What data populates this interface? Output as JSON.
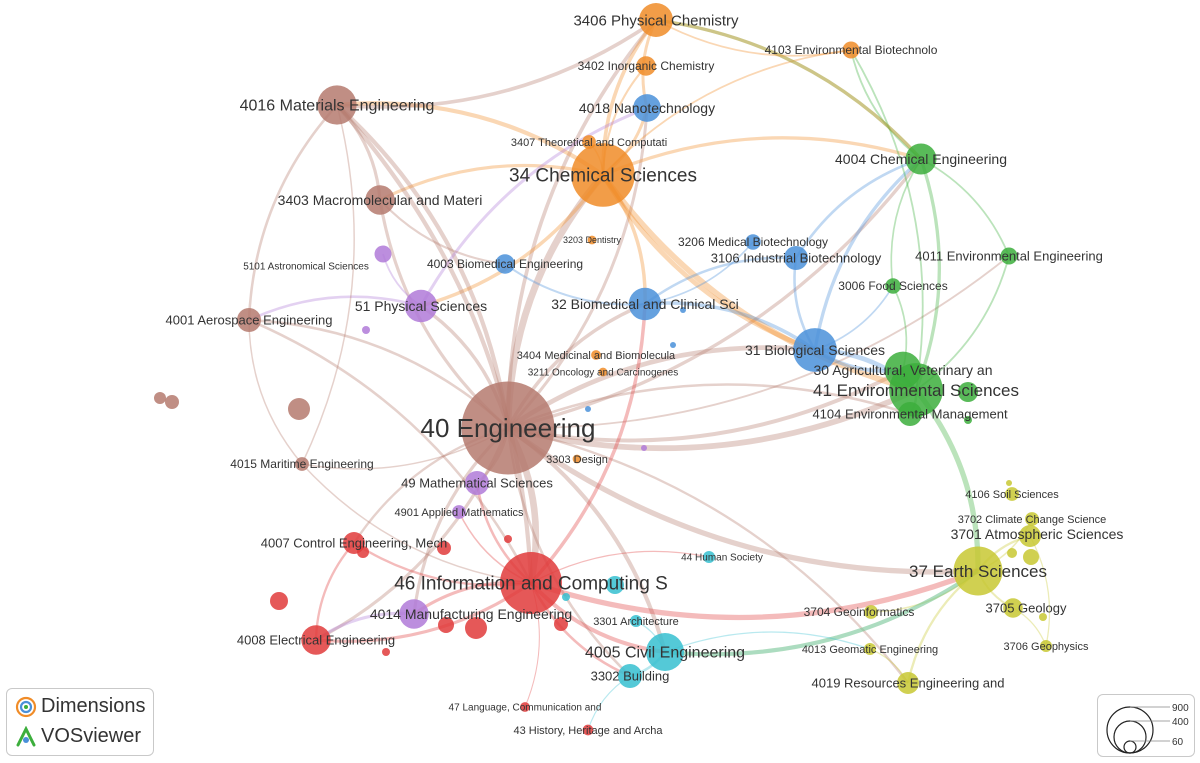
{
  "colors": {
    "brown": "#b57a6e",
    "orange": "#f08c28",
    "blue": "#4a90d9",
    "green": "#3cae3c",
    "purple": "#b07ad8",
    "red": "#e03b3b",
    "cyan": "#36c0d0",
    "yellow": "#c8c832"
  },
  "nodes": [
    {
      "id": "n40",
      "label": "40 Engineering",
      "cluster": "brown",
      "weight": 900
    },
    {
      "id": "n34",
      "label": "34 Chemical Sciences",
      "cluster": "orange",
      "weight": 420
    },
    {
      "id": "n3406",
      "label": "3406 Physical Chemistry",
      "cluster": "orange",
      "weight": 120
    },
    {
      "id": "n4103",
      "label": "4103 Environmental Biotechnolo",
      "cluster": "orange",
      "weight": 30
    },
    {
      "id": "n3402",
      "label": "3402 Inorganic Chemistry",
      "cluster": "orange",
      "weight": 40
    },
    {
      "id": "n4016",
      "label": "4016 Materials Engineering",
      "cluster": "brown",
      "weight": 160
    },
    {
      "id": "n4018",
      "label": "4018 Nanotechnology",
      "cluster": "blue",
      "weight": 80
    },
    {
      "id": "n3407",
      "label": "3407 Theoretical and Computati",
      "cluster": "orange",
      "weight": 20
    },
    {
      "id": "n4004",
      "label": "4004 Chemical Engineering",
      "cluster": "green",
      "weight": 100
    },
    {
      "id": "n3403",
      "label": "3403 Macromolecular and Materi",
      "cluster": "brown",
      "weight": 90
    },
    {
      "id": "n3203",
      "label": "3203 Dentistry",
      "cluster": "orange",
      "weight": 8
    },
    {
      "id": "n3206",
      "label": "3206 Medical Biotechnology",
      "cluster": "blue",
      "weight": 25
    },
    {
      "id": "n3106",
      "label": "3106 Industrial Biotechnology",
      "cluster": "blue",
      "weight": 60
    },
    {
      "id": "n4011",
      "label": "4011 Environmental Engineering",
      "cluster": "green",
      "weight": 30
    },
    {
      "id": "n5101",
      "label": "5101 Astronomical Sciences",
      "cluster": "purple",
      "weight": 30
    },
    {
      "id": "n4003",
      "label": "4003 Biomedical Engineering",
      "cluster": "blue",
      "weight": 40
    },
    {
      "id": "n3006",
      "label": "3006 Food Sciences",
      "cluster": "green",
      "weight": 25
    },
    {
      "id": "n51",
      "label": "51 Physical Sciences",
      "cluster": "purple",
      "weight": 110
    },
    {
      "id": "n32",
      "label": "32 Biomedical and Clinical Sci",
      "cluster": "blue",
      "weight": 110
    },
    {
      "id": "n4001",
      "label": "4001 Aerospace Engineering",
      "cluster": "brown",
      "weight": 60
    },
    {
      "id": "n31",
      "label": "31 Biological Sciences",
      "cluster": "blue",
      "weight": 200
    },
    {
      "id": "n3404",
      "label": "3404 Medicinal and Biomolecula",
      "cluster": "orange",
      "weight": 10
    },
    {
      "id": "n30",
      "label": "30 Agricultural, Veterinary an",
      "cluster": "green",
      "weight": 140
    },
    {
      "id": "n3211",
      "label": "3211 Oncology and Carcinogenes",
      "cluster": "orange",
      "weight": 8
    },
    {
      "id": "n41",
      "label": "41 Environmental Sciences",
      "cluster": "green",
      "weight": 300
    },
    {
      "id": "n4104",
      "label": "4104 Environmental Management",
      "cluster": "green",
      "weight": 60
    },
    {
      "id": "n4015",
      "label": "4015 Maritime Engineering",
      "cluster": "brown",
      "weight": 20
    },
    {
      "id": "n3303",
      "label": "3303 Design",
      "cluster": "orange",
      "weight": 8
    },
    {
      "id": "n49",
      "label": "49 Mathematical Sciences",
      "cluster": "purple",
      "weight": 60
    },
    {
      "id": "n4106",
      "label": "4106 Soil Sciences",
      "cluster": "yellow",
      "weight": 20
    },
    {
      "id": "n4901",
      "label": "4901 Applied Mathematics",
      "cluster": "purple",
      "weight": 20
    },
    {
      "id": "n3702",
      "label": "3702 Climate Change Science",
      "cluster": "yellow",
      "weight": 20
    },
    {
      "id": "n3701",
      "label": "3701 Atmospheric Sciences",
      "cluster": "yellow",
      "weight": 50
    },
    {
      "id": "n4007",
      "label": "4007 Control Engineering, Mech",
      "cluster": "red",
      "weight": 50
    },
    {
      "id": "n44",
      "label": "44 Human Society",
      "cluster": "cyan",
      "weight": 15
    },
    {
      "id": "n46",
      "label": "46 Information and Computing S",
      "cluster": "red",
      "weight": 400
    },
    {
      "id": "n37",
      "label": "37 Earth Sciences",
      "cluster": "yellow",
      "weight": 250
    },
    {
      "id": "n4014",
      "label": "4014 Manufacturing Engineering",
      "cluster": "purple",
      "weight": 90
    },
    {
      "id": "n3704",
      "label": "3704 Geoinformatics",
      "cluster": "yellow",
      "weight": 20
    },
    {
      "id": "n3705",
      "label": "3705 Geology",
      "cluster": "yellow",
      "weight": 40
    },
    {
      "id": "n3301",
      "label": "3301 Architecture",
      "cluster": "cyan",
      "weight": 15
    },
    {
      "id": "n4008",
      "label": "4008 Electrical Engineering",
      "cluster": "red",
      "weight": 90
    },
    {
      "id": "n4005",
      "label": "4005 Civil Engineering",
      "cluster": "cyan",
      "weight": 150
    },
    {
      "id": "n4013",
      "label": "4013 Geomatic Engineering",
      "cluster": "yellow",
      "weight": 15
    },
    {
      "id": "n3706",
      "label": "3706 Geophysics",
      "cluster": "yellow",
      "weight": 15
    },
    {
      "id": "n3302",
      "label": "3302 Building",
      "cluster": "cyan",
      "weight": 60
    },
    {
      "id": "n4019",
      "label": "4019 Resources Engineering and",
      "cluster": "yellow",
      "weight": 50
    },
    {
      "id": "n47",
      "label": "47 Language, Communication and",
      "cluster": "red",
      "weight": 10
    },
    {
      "id": "n43",
      "label": "43 History, Heritage and Archa",
      "cluster": "red",
      "weight": 12
    }
  ],
  "edges": [
    [
      "n40",
      "n34"
    ],
    [
      "n40",
      "n4016"
    ],
    [
      "n40",
      "n3406"
    ],
    [
      "n40",
      "n4004"
    ],
    [
      "n40",
      "n3403"
    ],
    [
      "n40",
      "n51"
    ],
    [
      "n40",
      "n32"
    ],
    [
      "n40",
      "n4001"
    ],
    [
      "n40",
      "n31"
    ],
    [
      "n40",
      "n41"
    ],
    [
      "n40",
      "n46"
    ],
    [
      "n40",
      "n37"
    ],
    [
      "n40",
      "n4005"
    ],
    [
      "n40",
      "n4014"
    ],
    [
      "n40",
      "n4008"
    ],
    [
      "n40",
      "n4007"
    ],
    [
      "n40",
      "n49"
    ],
    [
      "n40",
      "n4018"
    ],
    [
      "n40",
      "n4015"
    ],
    [
      "n40",
      "n30"
    ],
    [
      "n40",
      "n4104"
    ],
    [
      "n40",
      "n3302"
    ],
    [
      "n40",
      "n4019"
    ],
    [
      "n40",
      "n4011"
    ],
    [
      "n34",
      "n3406"
    ],
    [
      "n34",
      "n4016"
    ],
    [
      "n34",
      "n3402"
    ],
    [
      "n34",
      "n4018"
    ],
    [
      "n34",
      "n4004"
    ],
    [
      "n34",
      "n3403"
    ],
    [
      "n34",
      "n4103"
    ],
    [
      "n34",
      "n31"
    ],
    [
      "n34",
      "n32"
    ],
    [
      "n34",
      "n41"
    ],
    [
      "n34",
      "n51"
    ],
    [
      "n34",
      "n3407"
    ],
    [
      "n4016",
      "n3403"
    ],
    [
      "n4016",
      "n3406"
    ],
    [
      "n4016",
      "n46"
    ],
    [
      "n4016",
      "n4001"
    ],
    [
      "n31",
      "n41"
    ],
    [
      "n31",
      "n30"
    ],
    [
      "n31",
      "n3106"
    ],
    [
      "n31",
      "n32"
    ],
    [
      "n31",
      "n4004"
    ],
    [
      "n31",
      "n3006"
    ],
    [
      "n41",
      "n37"
    ],
    [
      "n41",
      "n4004"
    ],
    [
      "n41",
      "n30"
    ],
    [
      "n41",
      "n4011"
    ],
    [
      "n41",
      "n4104"
    ],
    [
      "n41",
      "n4103"
    ],
    [
      "n46",
      "n4008"
    ],
    [
      "n46",
      "n4014"
    ],
    [
      "n46",
      "n4007"
    ],
    [
      "n46",
      "n4005"
    ],
    [
      "n46",
      "n49"
    ],
    [
      "n46",
      "n37"
    ],
    [
      "n46",
      "n44"
    ],
    [
      "n46",
      "n3302"
    ],
    [
      "n46",
      "n4901"
    ],
    [
      "n46",
      "n32"
    ],
    [
      "n37",
      "n3701"
    ],
    [
      "n37",
      "n3705"
    ],
    [
      "n37",
      "n3704"
    ],
    [
      "n37",
      "n4019"
    ],
    [
      "n37",
      "n4005"
    ],
    [
      "n37",
      "n3702"
    ],
    [
      "n4005",
      "n3302"
    ],
    [
      "n4005",
      "n3301"
    ],
    [
      "n4005",
      "n4013"
    ],
    [
      "n4005",
      "n37"
    ],
    [
      "n4004",
      "n4011"
    ],
    [
      "n4004",
      "n3006"
    ],
    [
      "n4004",
      "n4103"
    ],
    [
      "n4004",
      "n3406"
    ],
    [
      "n51",
      "n5101"
    ],
    [
      "n51",
      "n4001"
    ],
    [
      "n51",
      "n4018"
    ],
    [
      "n3406",
      "n4103"
    ],
    [
      "n3406",
      "n4004"
    ],
    [
      "n3406",
      "n4018"
    ],
    [
      "n32",
      "n4003"
    ],
    [
      "n32",
      "n3206"
    ],
    [
      "n32",
      "n3106"
    ],
    [
      "n4001",
      "n4015"
    ],
    [
      "n4016",
      "n4015"
    ],
    [
      "n3403",
      "n4003"
    ],
    [
      "n4008",
      "n4007"
    ],
    [
      "n4014",
      "n4008"
    ],
    [
      "n3701",
      "n3706"
    ],
    [
      "n4019",
      "n4013"
    ],
    [
      "n3705",
      "n3706"
    ],
    [
      "n30",
      "n3006"
    ],
    [
      "n3106",
      "n4004"
    ],
    [
      "n3302",
      "n43"
    ],
    [
      "n46",
      "n47"
    ],
    [
      "n4015",
      "n46"
    ],
    [
      "n4001",
      "n46"
    ]
  ],
  "legend": {
    "scale_values": [
      900,
      400,
      60
    ]
  },
  "branding": {
    "dimensions_label": "Dimensions",
    "vosviewer_label": "VOSviewer"
  }
}
